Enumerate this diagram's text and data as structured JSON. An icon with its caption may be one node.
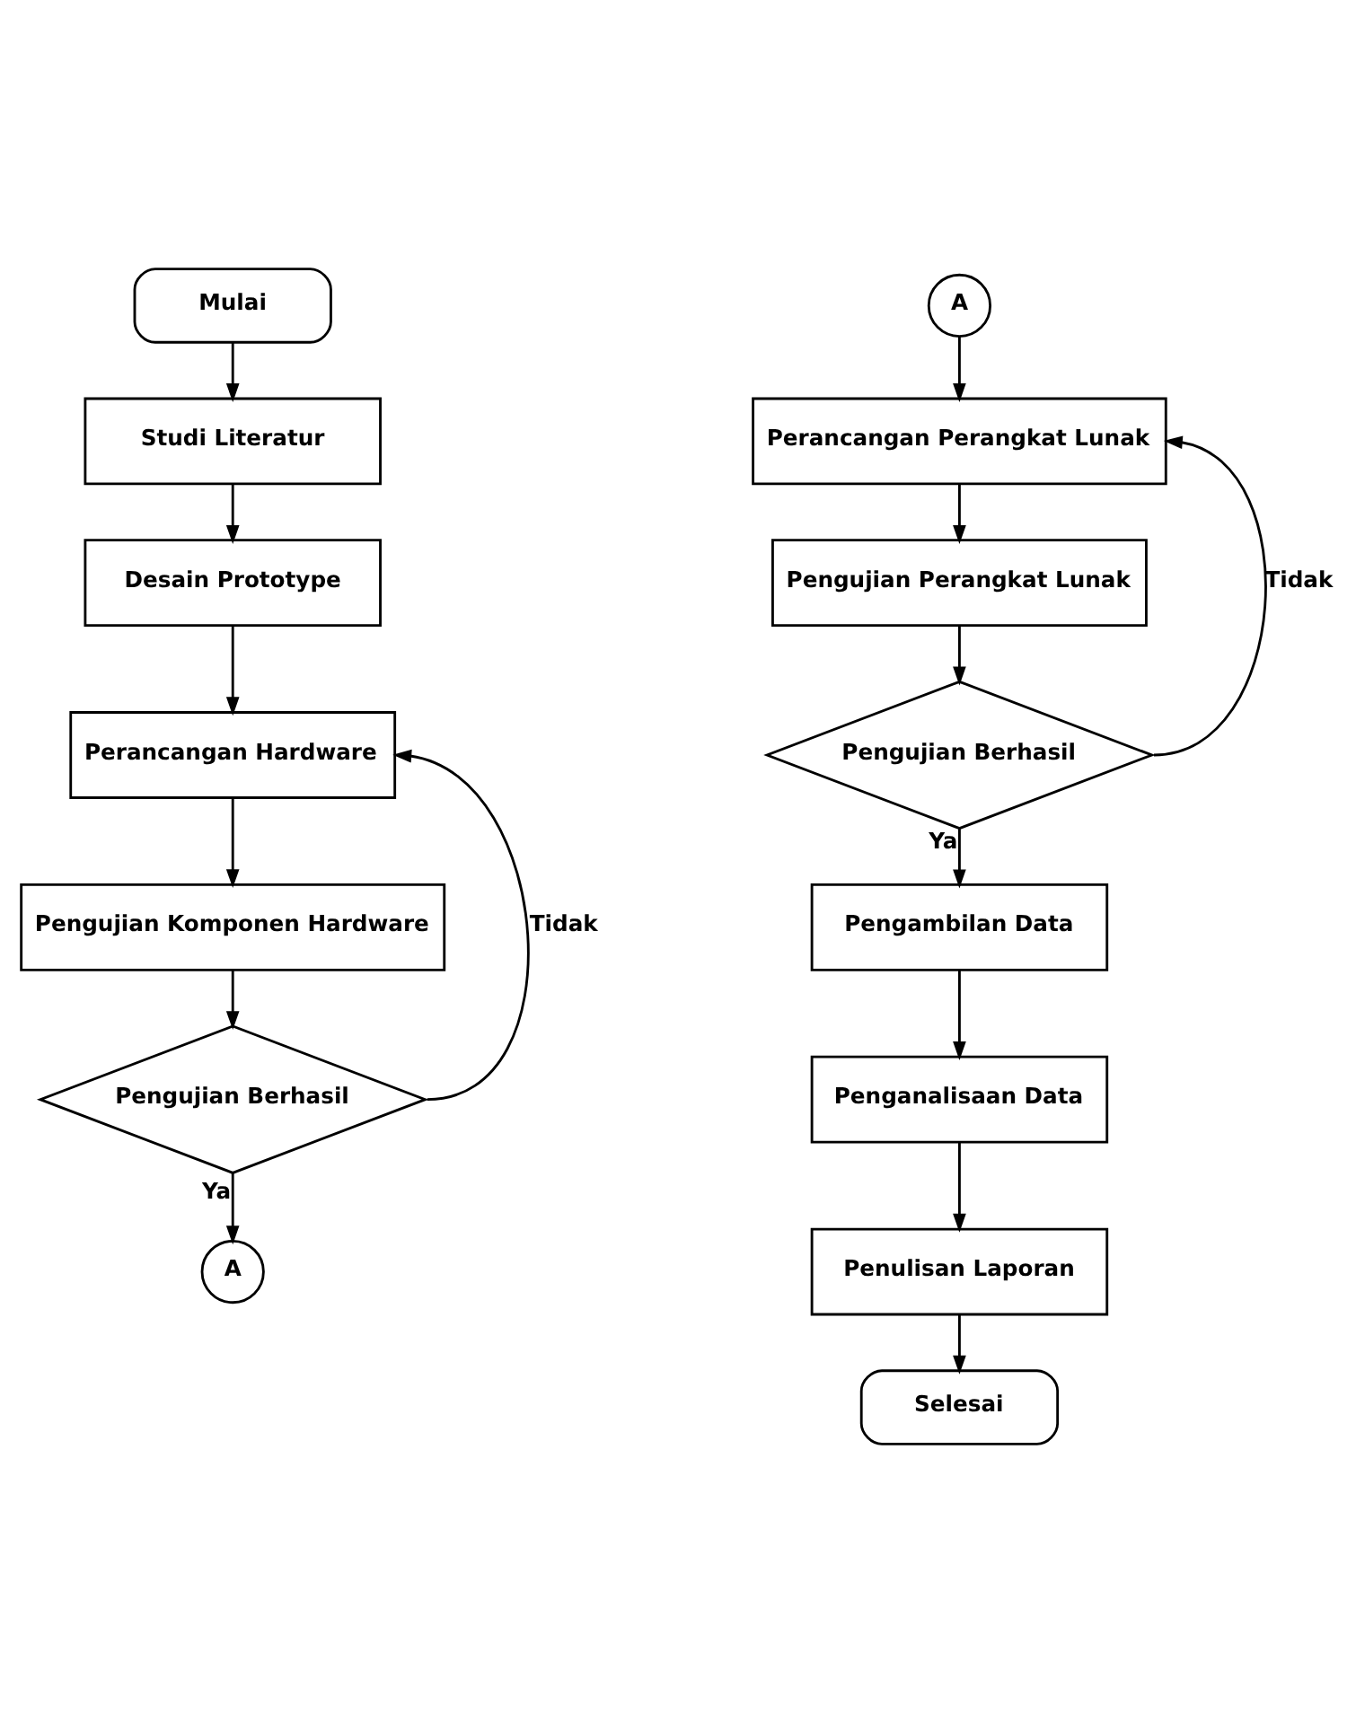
{
  "diagram": {
    "nodes": [
      {
        "text": [
          "Mulai"
        ]
      },
      {
        "text": [
          "Studi Literatur"
        ]
      },
      {
        "text": [
          "Desain Prototype"
        ]
      },
      {
        "text": [
          "Perancangan Hardware"
        ]
      },
      {
        "text": [
          "Pengujian Komponen Hardware"
        ]
      },
      {
        "text": [
          "Pengujian Berhasil"
        ]
      },
      {
        "text": [
          "A"
        ]
      },
      {
        "text": [
          "A"
        ]
      },
      {
        "text": [
          "Perancangan Perangkat Lunak"
        ]
      },
      {
        "text": [
          "Pengujian Perangkat Lunak"
        ]
      },
      {
        "text": [
          "Pengujian Berhasil"
        ]
      },
      {
        "text": [
          "Pengambilan Data"
        ]
      },
      {
        "text": [
          "Penganalisaan Data"
        ]
      },
      {
        "text": [
          "Penulisan Laporan"
        ]
      },
      {
        "text": [
          "Selesai"
        ]
      }
    ],
    "edges": [
      {
        "from": 0,
        "to": 1,
        "arrow": "to"
      },
      {
        "from": 1,
        "to": 2,
        "arrow": "to"
      },
      {
        "from": 2,
        "to": 3,
        "arrow": "to"
      },
      {
        "from": 3,
        "to": 4,
        "arrow": "to"
      },
      {
        "from": 4,
        "to": 5,
        "arrow": "to"
      },
      {
        "from": 5,
        "to": 3,
        "label": "Tidak",
        "arrow": "to"
      },
      {
        "from": 5,
        "to": 6,
        "label": "Ya",
        "arrow": "to"
      },
      {
        "from": 7,
        "to": 8,
        "arrow": "to"
      },
      {
        "from": 8,
        "to": 9,
        "arrow": "to"
      },
      {
        "from": 9,
        "to": 10,
        "arrow": "to"
      },
      {
        "from": 10,
        "to": 8,
        "label": "Tidak",
        "arrow": "to"
      },
      {
        "from": 10,
        "to": 11,
        "label": "Ya",
        "arrow": "to"
      },
      {
        "from": 11,
        "to": 12,
        "arrow": "to"
      },
      {
        "from": 12,
        "to": 13,
        "arrow": "to"
      },
      {
        "from": 13,
        "to": 14,
        "arrow": "to"
      }
    ]
  }
}
